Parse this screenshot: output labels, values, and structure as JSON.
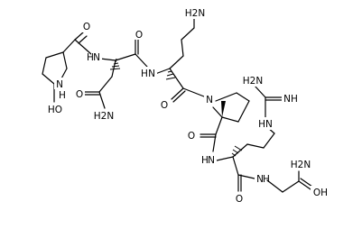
{
  "labels": {
    "o_pyro_ketone": "O",
    "nh_pyro_ring": "N",
    "h_pyro_ring": "H",
    "ho_pyro": "HO",
    "nh_amide1": "N",
    "h_amide1": "H",
    "o_amide2": "O",
    "o_asn_side": "O",
    "h2n_asn_side": "H2N",
    "nh_amide2": "N",
    "h_amide2": "H",
    "h2n_orn": "H2N",
    "o_orn_carbonyl": "O",
    "n_pro": "N",
    "h2n_guan": "H2N",
    "nh_guan_imine": "NH",
    "hn_guan": "HN",
    "o_pro_carbonyl": "O",
    "nh_amide4": "N",
    "h_amide4": "H",
    "o_arg_carbonyl": "O",
    "nh_amide5": "N",
    "h_amide5": "H",
    "h2n_gly": "H2N",
    "o_gly_oh": "OH"
  },
  "colors": {
    "bond": "#000000",
    "text": "#000000",
    "background": "#ffffff"
  }
}
